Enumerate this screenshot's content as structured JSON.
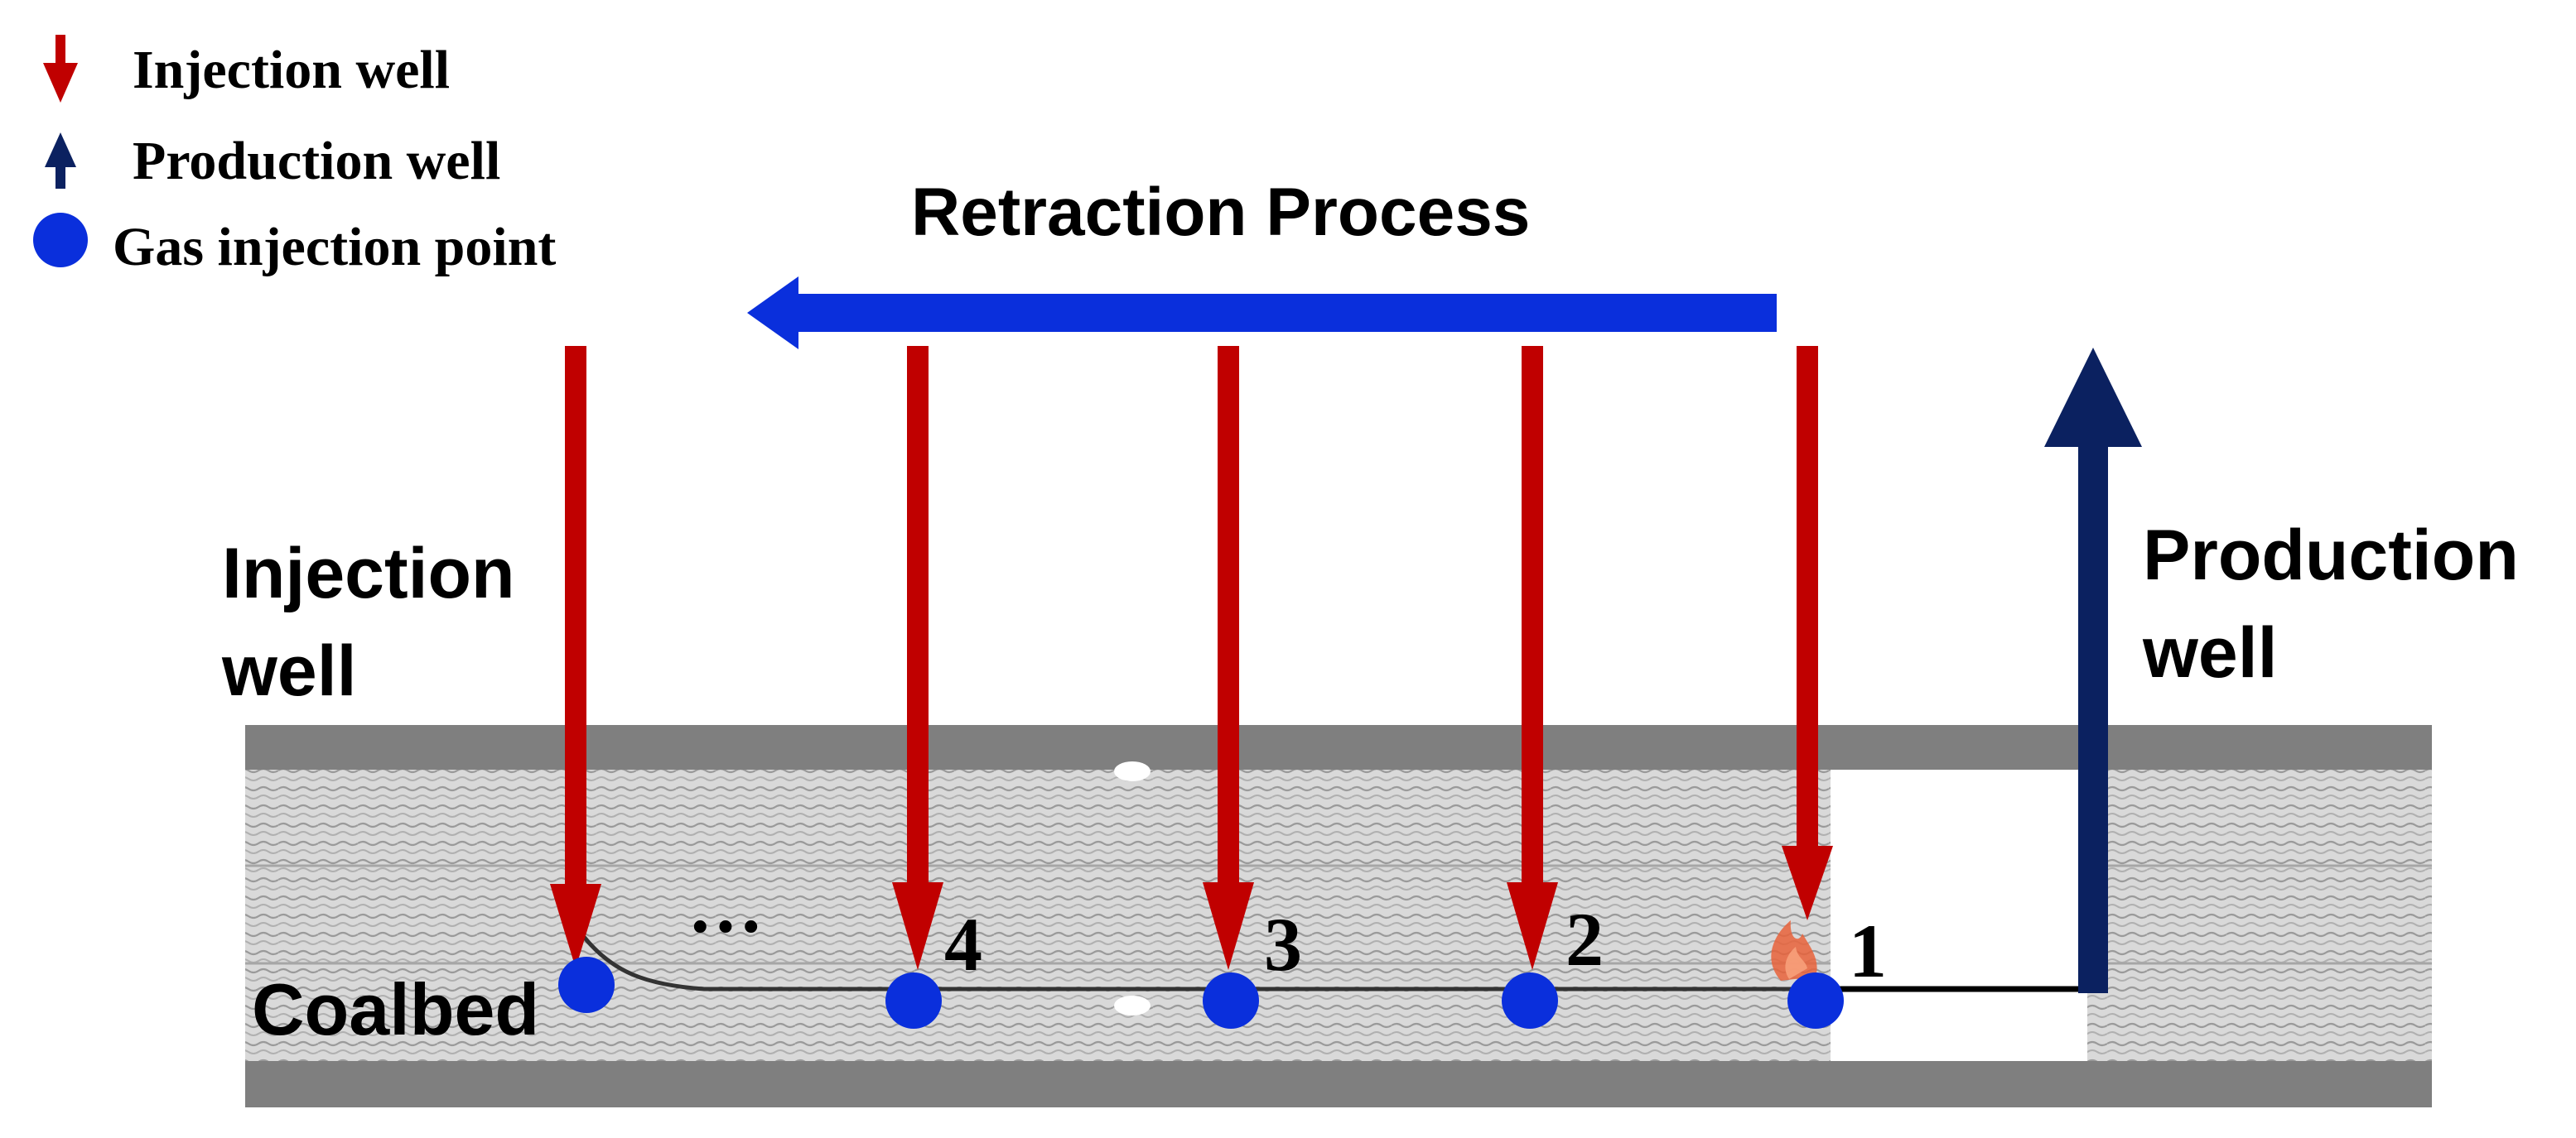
{
  "legend": {
    "items": [
      {
        "label": "Injection well",
        "icon": "red-down-arrow-icon"
      },
      {
        "label": "Production well",
        "icon": "navy-up-arrow-icon"
      },
      {
        "label": "Gas injection point",
        "icon": "blue-dot-icon"
      }
    ]
  },
  "process": {
    "title": "Retraction Process"
  },
  "labels": {
    "injection_well_line1": "Injection",
    "injection_well_line2": "well",
    "production_well_line1": "Production",
    "production_well_line2": "well",
    "coalbed": "Coalbed",
    "ellipsis": "···"
  },
  "injection_points": [
    {
      "label": ""
    },
    {
      "label": "4"
    },
    {
      "label": "3"
    },
    {
      "label": "2"
    },
    {
      "label": "1"
    }
  ],
  "colors": {
    "injection": "#c00000",
    "production": "#0b2160",
    "gas_point": "#0a2fdc",
    "retraction_arrow": "#0a2fdc",
    "strata_dark": "#7f7f7f",
    "strata_light": "#d8d8d8",
    "channel": "#333333",
    "flame": "#e8623a"
  }
}
